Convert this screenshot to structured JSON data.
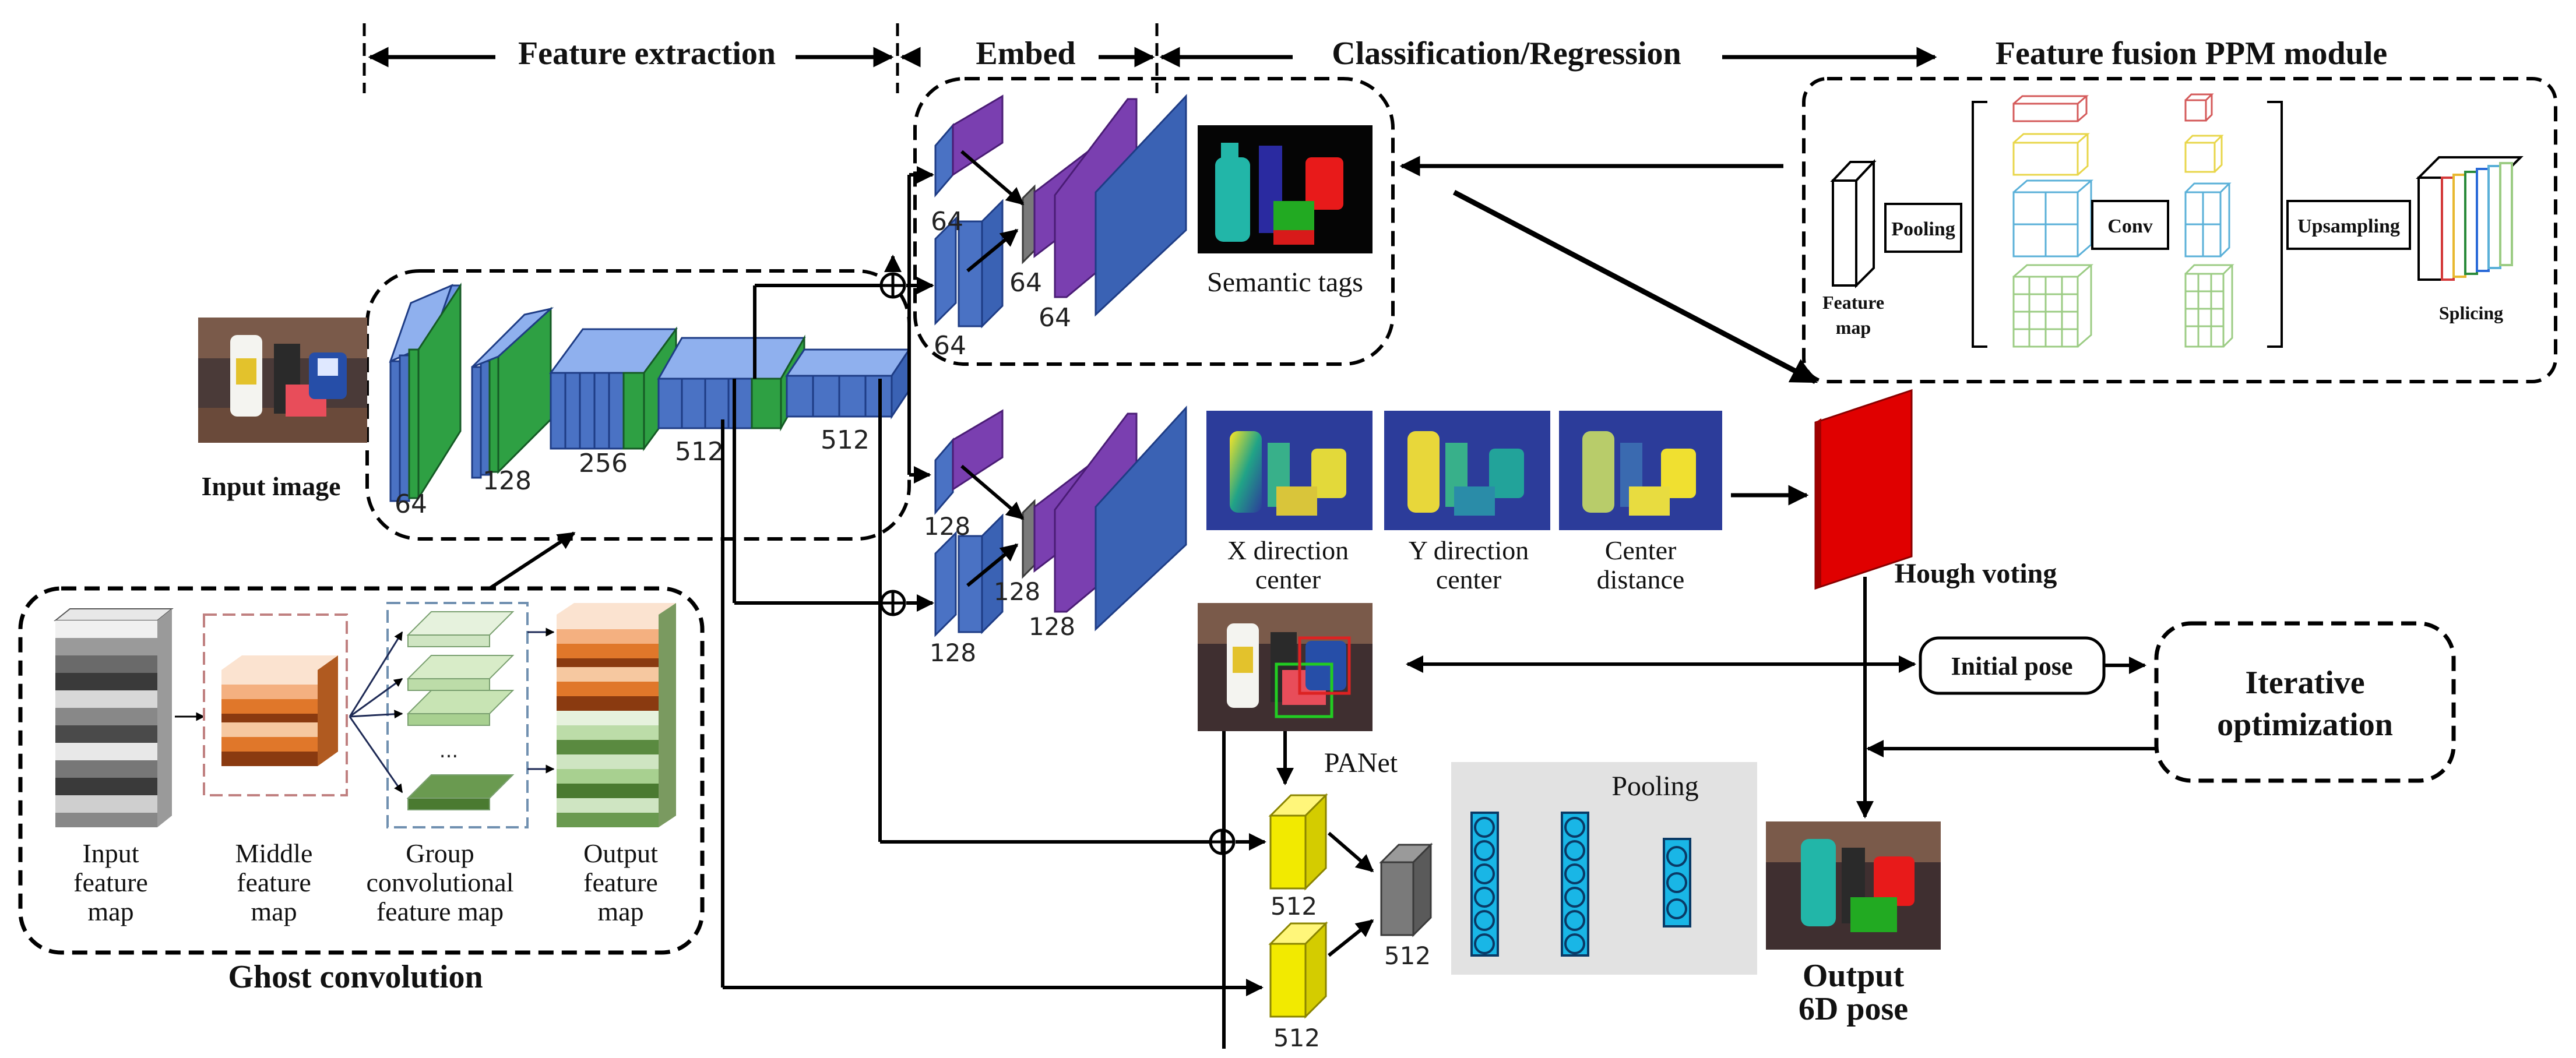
{
  "header": {
    "feature_extraction": "Feature extraction",
    "embed": "Embed",
    "classification_regression": "Classification/Regression",
    "feature_fusion": "Feature fusion PPM module"
  },
  "backbone": {
    "input_label": "Input image",
    "ch_64": "64",
    "ch_128": "128",
    "ch_256": "256",
    "ch_512a": "512",
    "ch_512b": "512"
  },
  "embed_top": {
    "ch_a": "64",
    "ch_b": "64",
    "ch_c": "64",
    "ch_d": "64",
    "semantic_label": "Semantic tags"
  },
  "embed_mid": {
    "ch_a": "128",
    "ch_b": "128",
    "ch_c": "128",
    "ch_d": "128"
  },
  "regression": {
    "x_line1": "X direction",
    "x_line2": "center",
    "y_line1": "Y direction",
    "y_line2": "center",
    "c_line1": "Center",
    "c_line2": "distance"
  },
  "ppm": {
    "pooling": "Pooling",
    "conv": "Conv",
    "upsampling": "Upsampling",
    "feature_map_l1": "Feature",
    "feature_map_l2": "map",
    "splicing": "Splicing"
  },
  "voting": {
    "hough": "Hough voting",
    "initial_pose": "Initial pose",
    "iter_l1": "Iterative",
    "iter_l2": "optimization",
    "output_l1": "Output",
    "output_l2": "6D pose"
  },
  "panet": {
    "label": "PANet",
    "ch_a": "512",
    "ch_b": "512",
    "ch_c": "512",
    "pool_label": "Pooling"
  },
  "ghost": {
    "title": "Ghost convolution",
    "input_l1": "Input",
    "input_l2": "feature",
    "input_l3": "map",
    "middle_l1": "Middle",
    "middle_l2": "feature",
    "middle_l3": "map",
    "group_l1": "Group",
    "group_l2": "convolutional",
    "group_l3": "feature map",
    "output_l1": "Output",
    "output_l2": "feature",
    "output_l3": "map",
    "dots": "..."
  },
  "colors": {
    "blue": "#4a72c4",
    "green": "#2ea043",
    "purple": "#7a3fb0",
    "gray": "#7a7a7a",
    "red": "#e00000",
    "yellow": "#f2ea00",
    "cyan": "#19b6e6",
    "pool_bg": "#e2e2e2",
    "orange": "#e0772a",
    "light_green": "#9ccc84"
  }
}
